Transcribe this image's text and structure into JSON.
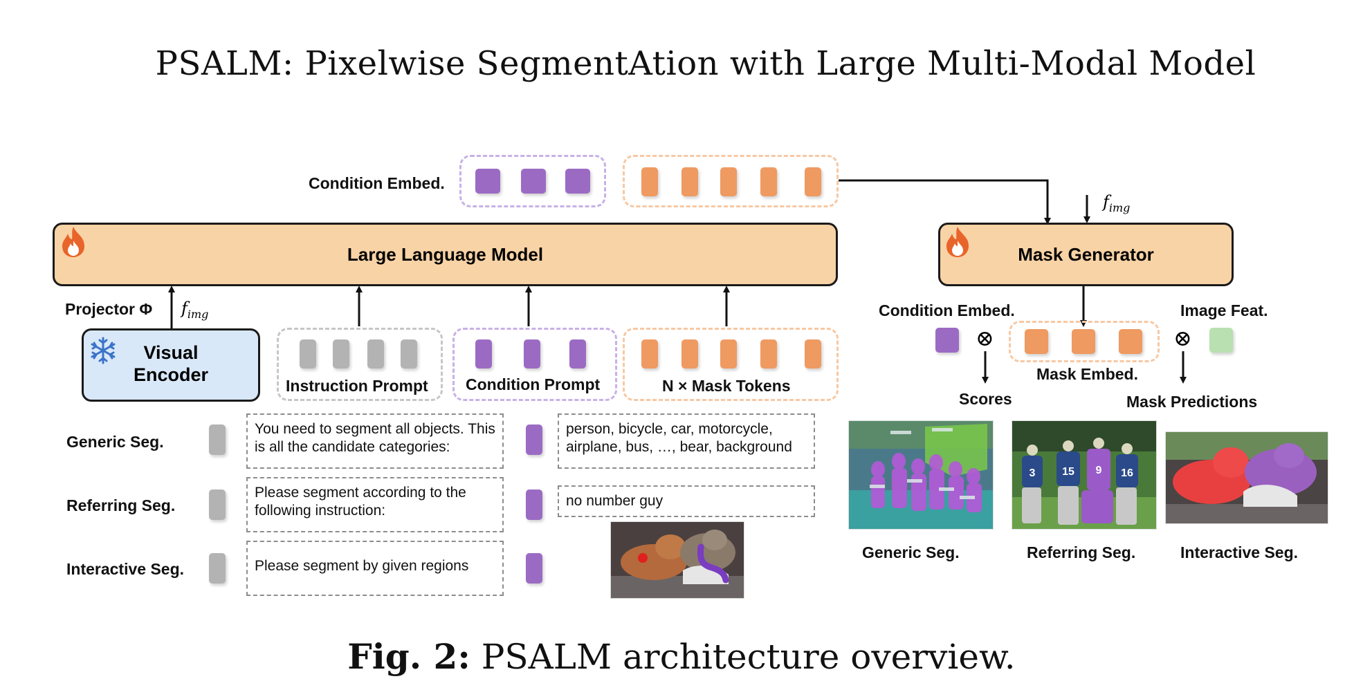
{
  "title": "PSALM: Pixelwise SegmentAtion with Large Multi-Modal Model",
  "caption": {
    "label": "Fig. 2:",
    "text": "PSALM architecture overview."
  },
  "labels": {
    "condition_embed_top": "Condition Embed.",
    "llm": "Large Language Model",
    "mask_generator": "Mask Generator",
    "projector": "Projector Φ",
    "f_img": "f",
    "f_img_sub": "img",
    "visual_encoder_line1": "Visual",
    "visual_encoder_line2": "Encoder",
    "instruction_prompt": "Instruction Prompt",
    "condition_prompt": "Condition Prompt",
    "mask_tokens": "N × Mask Tokens",
    "condition_embed_right": "Condition Embed.",
    "image_feat": "Image Feat.",
    "mask_embed": "Mask Embed.",
    "scores": "Scores",
    "mask_predictions": "Mask Predictions",
    "otimes": "⊗"
  },
  "tasks": [
    {
      "name": "Generic Seg.",
      "instruction": "You need to segment all objects. This is all the candidate categories:",
      "condition": "person, bicycle, car, motorcycle, airplane, bus, …, bear, background"
    },
    {
      "name": "Referring Seg.",
      "instruction": "Please segment according to the following instruction:",
      "condition": "no number guy"
    },
    {
      "name": "Interactive Seg.",
      "instruction": "Please segment by given regions",
      "condition": ""
    }
  ],
  "outputs": [
    {
      "label": "Generic Seg."
    },
    {
      "label": "Referring Seg."
    },
    {
      "label": "Interactive Seg."
    }
  ],
  "jersey_numbers": [
    "3",
    "15",
    "9",
    "16"
  ],
  "colors": {
    "condition_token": "#9b6bc4",
    "mask_token": "#ef9a61",
    "instruction_token": "#b3b3b3",
    "image_feat_token": "#b8e0b0",
    "llm_fill": "#f8d3a6",
    "encoder_fill": "#d9e8f8"
  }
}
